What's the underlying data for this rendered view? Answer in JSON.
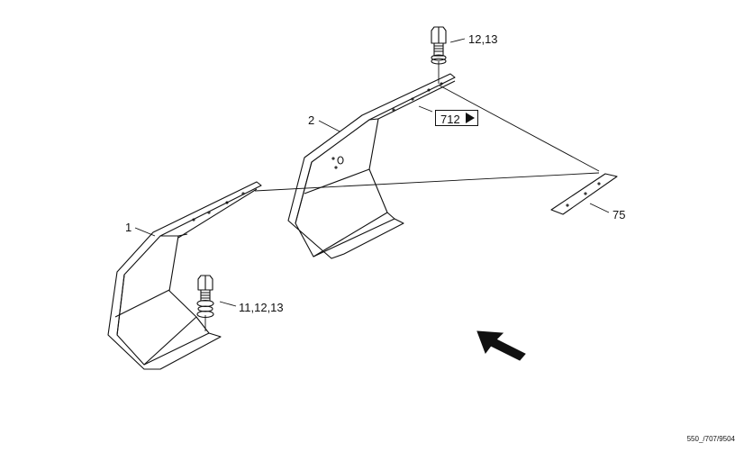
{
  "callouts": {
    "part_1": "1",
    "part_2": "2",
    "bolt_top": "12,13",
    "bolt_bottom": "11,12,13",
    "blade": "75"
  },
  "reference": {
    "page": "712",
    "icon": "right-triangle-icon"
  },
  "drawing_code": "550_/707/9504",
  "colors": {
    "line": "#111111",
    "background": "#ffffff"
  }
}
